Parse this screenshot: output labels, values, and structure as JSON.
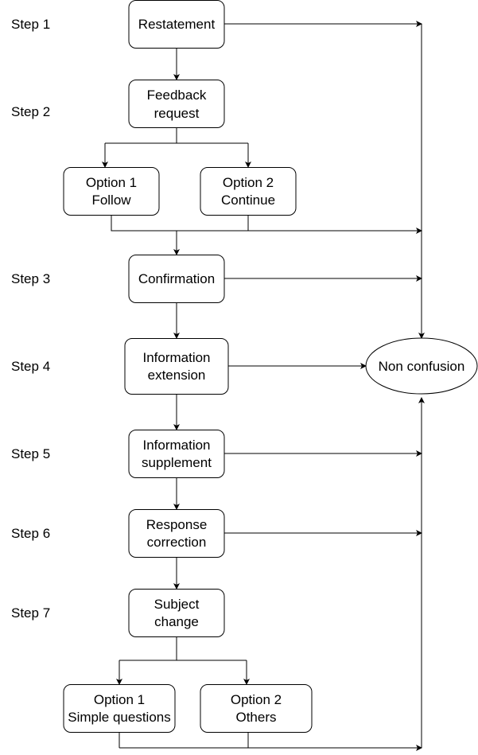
{
  "steps": [
    "Step 1",
    "Step 2",
    "Step 3",
    "Step 4",
    "Step 5",
    "Step 6",
    "Step 7"
  ],
  "nodes": {
    "restatement": [
      "Restatement"
    ],
    "feedback_request": [
      "Feedback",
      "request"
    ],
    "option_follow": [
      "Option 1",
      "Follow"
    ],
    "option_continue": [
      "Option 2",
      "Continue"
    ],
    "confirmation": [
      "Confirmation"
    ],
    "information_extension": [
      "Information",
      "extension"
    ],
    "non_confusion": [
      "Non confusion"
    ],
    "information_supplement": [
      "Information",
      "supplement"
    ],
    "response_correction": [
      "Response",
      "correction"
    ],
    "subject_change": [
      "Subject",
      "change"
    ],
    "option_simple_questions": [
      "Option 1",
      "Simple questions"
    ],
    "option_others": [
      "Option 2",
      "Others"
    ]
  }
}
